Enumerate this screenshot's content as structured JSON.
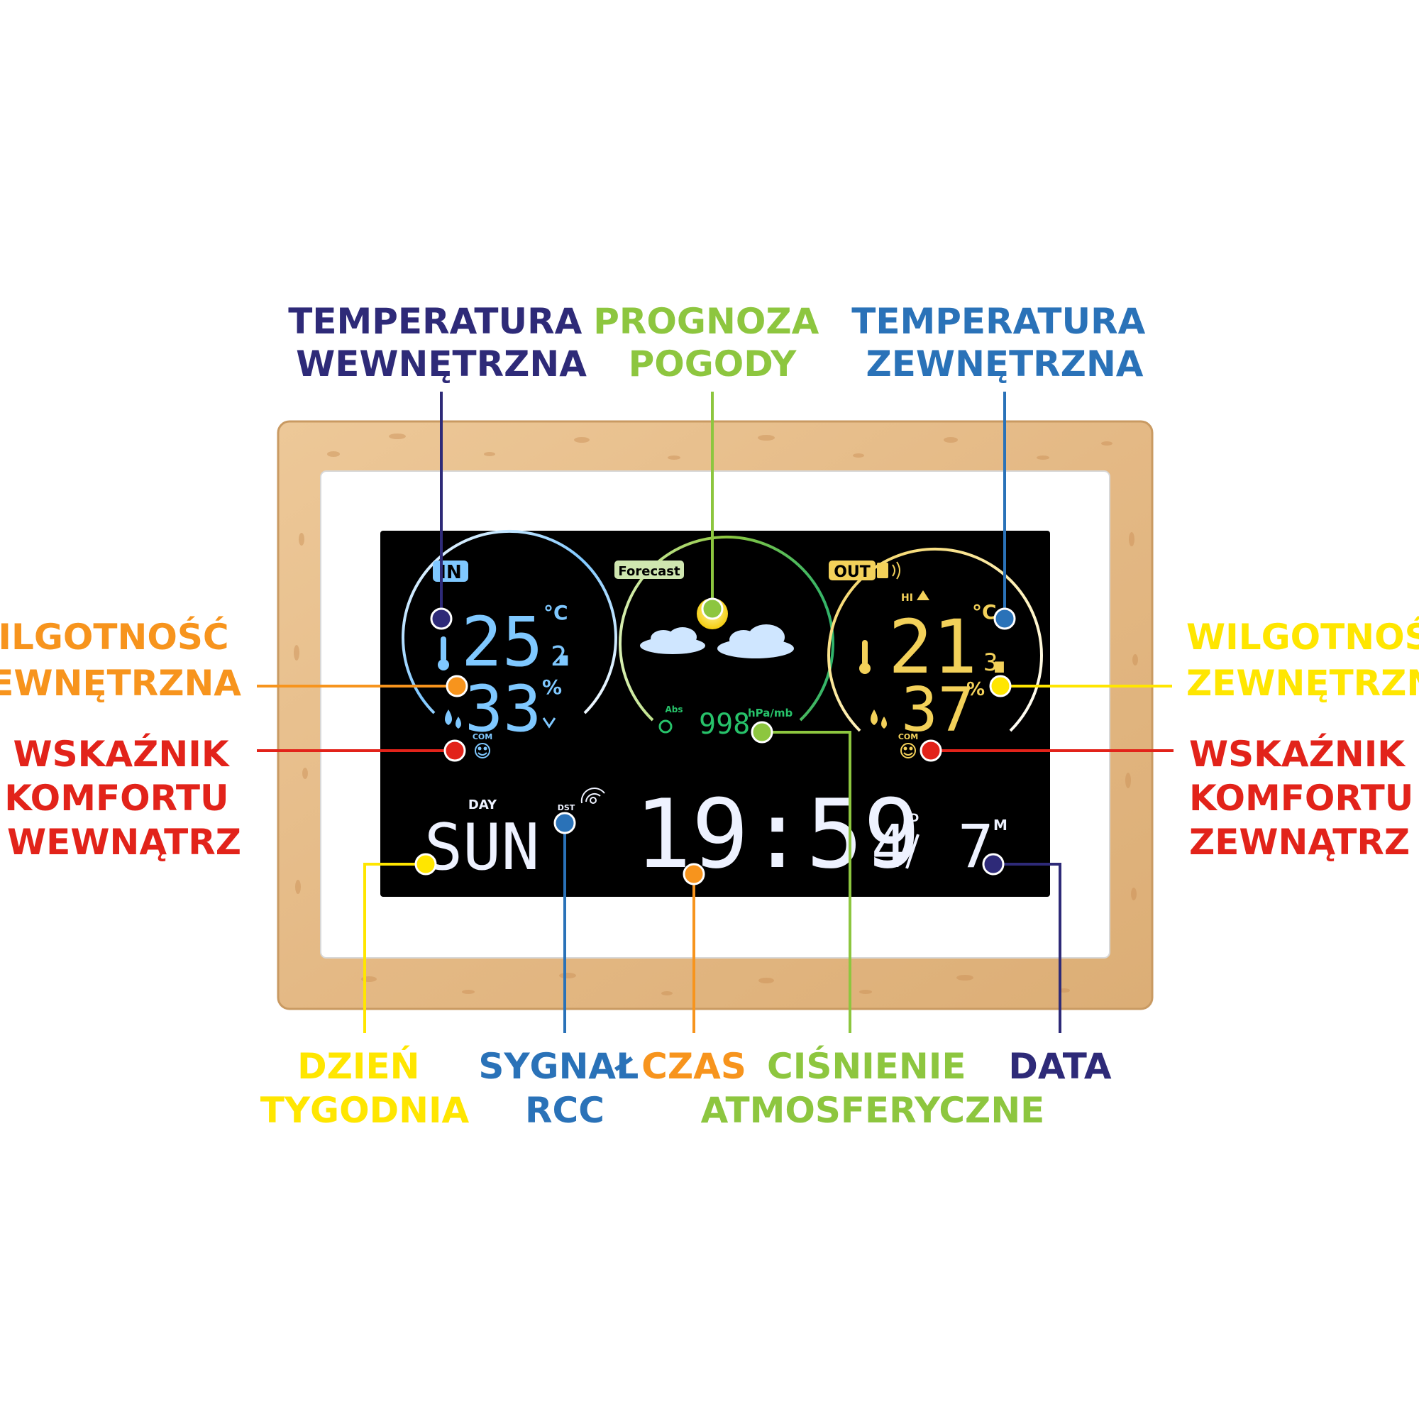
{
  "colors": {
    "indigo": "#2e2a78",
    "green": "#8dc63f",
    "blue": "#2a72b8",
    "orange": "#f7941d",
    "yellow": "#ffe600",
    "red": "#e2231a",
    "lcd_blue": "#7fc8ff",
    "lcd_out": "#f3d15a",
    "lcd_white": "#eef2ff",
    "lcd_green": "#27c26a",
    "wood": "#e7bf8d"
  },
  "labels": {
    "indoor_temp": [
      "TEMPERATURA",
      "WEWNĘTRZNA"
    ],
    "forecast": [
      "PROGNOZA",
      "POGODY"
    ],
    "outdoor_temp": [
      "TEMPERATURA",
      "ZEWNĘTRZNA"
    ],
    "indoor_humidity": [
      "WILGOTNOŚĆ",
      "WEWNĘTRZNA"
    ],
    "outdoor_humidity": [
      "WILGOTNOŚĆ",
      "ZEWNĘTRZNA"
    ],
    "indoor_comfort": [
      "WSKAŹNIK",
      "KOMFORTU",
      "WEWNĄTRZ"
    ],
    "outdoor_comfort": [
      "WSKAŹNIK",
      "KOMFORTU",
      "ZEWNĄTRZ"
    ],
    "weekday": [
      "DZIEŃ",
      "TYGODNIA"
    ],
    "rcc_signal": [
      "SYGNAŁ",
      "RCC"
    ],
    "time": [
      "CZAS"
    ],
    "pressure": [
      "CIŚNIENIE",
      "ATMOSFERYCZNE"
    ],
    "date": [
      "DATA"
    ]
  },
  "display": {
    "in_badge": "IN",
    "forecast_badge": "Forecast",
    "out_badge": "OUT",
    "in_temp": "25.",
    "in_temp_decimal": "2",
    "temp_unit": "°C",
    "in_humidity": "33",
    "humidity_unit": "%",
    "com": "COM",
    "abs": "Abs",
    "pressure_value": "998",
    "pressure_unit": "hPa/mb",
    "hi": "HI",
    "out_temp": "21.",
    "out_temp_decimal": "3",
    "out_humidity": "37",
    "day_label": "DAY",
    "weekday": "SUN",
    "dst": "DST",
    "time": "19:59",
    "date_day": "4",
    "date_day_marker": "D",
    "date_month": "7",
    "date_month_marker": "M"
  }
}
